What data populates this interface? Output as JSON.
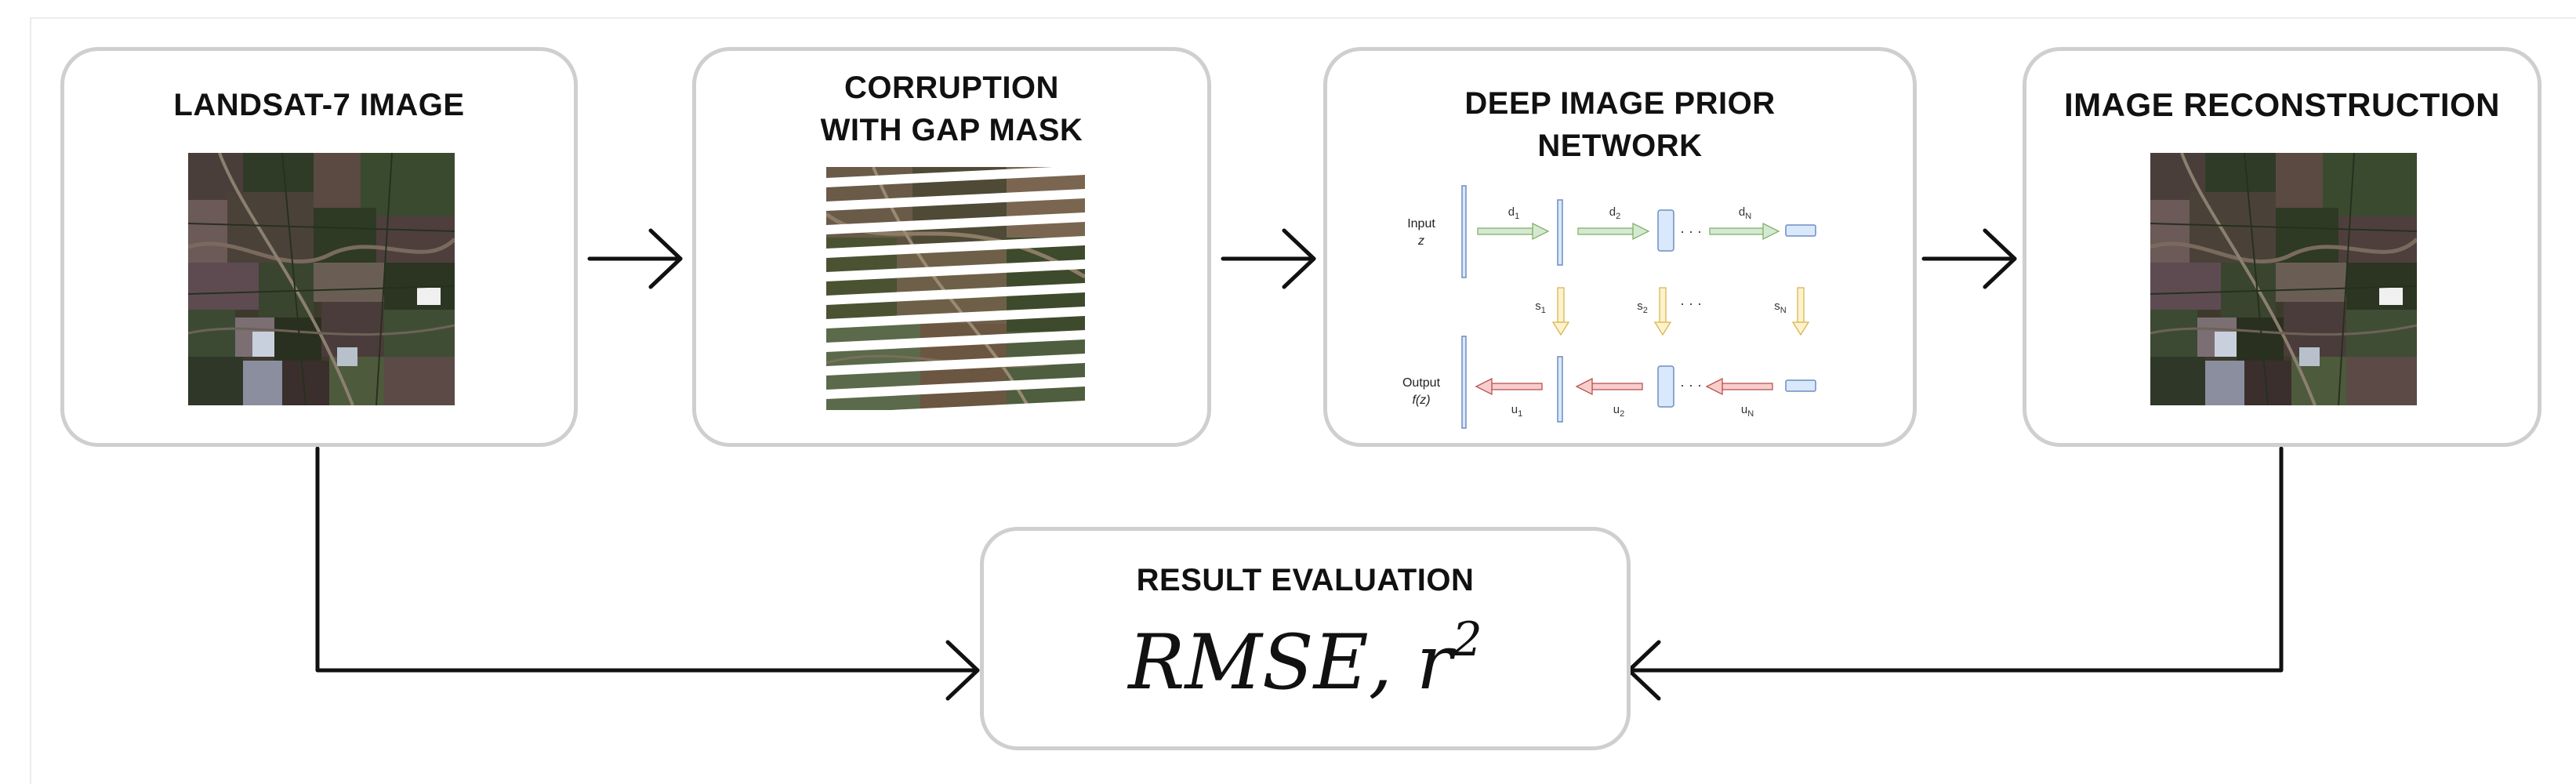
{
  "pipeline": {
    "step1": {
      "title": "LANDSAT-7 IMAGE"
    },
    "step2": {
      "title_line1": "CORRUPTION",
      "title_line2": "WITH GAP MASK"
    },
    "step3": {
      "title_line1": "DEEP IMAGE PRIOR",
      "title_line2": "NETWORK",
      "input_label": "Input",
      "input_var": "z",
      "output_label": "Output",
      "output_var": "f(z)",
      "down_labels": [
        "d1",
        "d2",
        "dN"
      ],
      "skip_labels": [
        "s1",
        "s2",
        "sN"
      ],
      "up_labels": [
        "u1",
        "u2",
        "uN"
      ],
      "ellipsis": "· · ·"
    },
    "step4": {
      "title": "IMAGE RECONSTRUCTION"
    },
    "evaluation": {
      "title": "RESULT EVALUATION",
      "formula_base": "RMSE, r",
      "formula_exp": "2"
    }
  },
  "colors": {
    "card_border": "#cfcfcf",
    "down_arrow": "#82b366",
    "skip_arrow": "#d6b656",
    "up_arrow": "#b85450",
    "layer_fill": "#dae8fc",
    "layer_stroke": "#6c8ebf"
  }
}
